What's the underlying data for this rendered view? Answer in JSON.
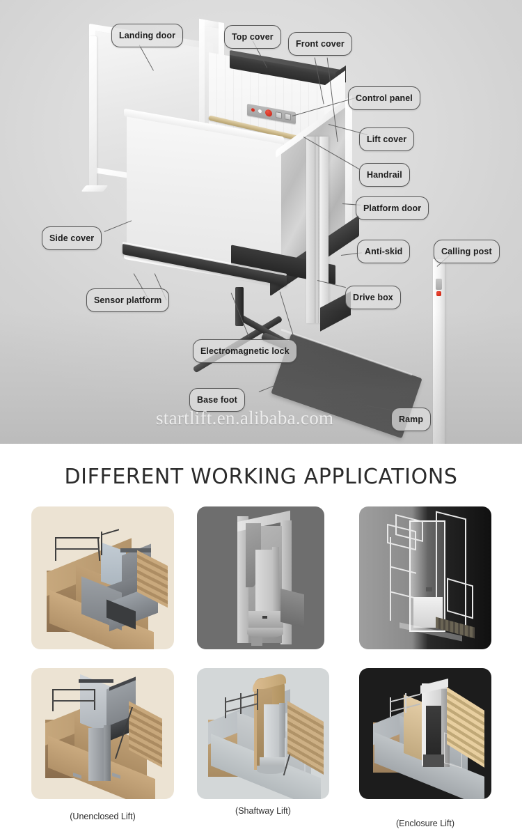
{
  "photo": {
    "watermark": "startlift.en.alibaba.com",
    "callouts": [
      {
        "id": "landing-door",
        "label": "Landing door"
      },
      {
        "id": "top-cover",
        "label": "Top cover"
      },
      {
        "id": "front-cover",
        "label": "Front cover"
      },
      {
        "id": "control-panel",
        "label": "Control panel"
      },
      {
        "id": "lift-cover",
        "label": "Lift cover"
      },
      {
        "id": "handrail",
        "label": "Handrail"
      },
      {
        "id": "platform-door",
        "label": "Platform door"
      },
      {
        "id": "anti-skid",
        "label": "Anti-skid"
      },
      {
        "id": "calling-post",
        "label": "Calling post"
      },
      {
        "id": "side-cover",
        "label": "Side cover"
      },
      {
        "id": "sensor-platform",
        "label": "Sensor platform"
      },
      {
        "id": "drive-box",
        "label": "Drive box"
      },
      {
        "id": "electromagnetic-lock",
        "label": "Electromagnetic lock"
      },
      {
        "id": "base-foot",
        "label": "Base foot"
      },
      {
        "id": "ramp",
        "label": "Ramp"
      }
    ]
  },
  "applications": {
    "title": "DIFFERENT WORKING APPLICATIONS",
    "tiles": [
      {
        "id": "unenclosed-lift-a",
        "background": "#ece3d3",
        "variant": "unenclosed"
      },
      {
        "id": "shaftway-lift-a",
        "background": "#6e6e6e",
        "variant": "shaftway-dark"
      },
      {
        "id": "enclosure-lift-a",
        "background": "#8d8d8d",
        "variant": "enclosure-grad"
      },
      {
        "id": "unenclosed-lift-b",
        "background": "#ece3d3",
        "variant": "unenclosed2"
      },
      {
        "id": "shaftway-lift-b",
        "background": "#d3d7d8",
        "variant": "shaftway-light"
      },
      {
        "id": "enclosure-lift-b",
        "background": "#1c1c1c",
        "variant": "enclosure-dark"
      }
    ],
    "captions": [
      {
        "id": "caption-unenclosed",
        "label": "(Unenclosed Lift)"
      },
      {
        "id": "caption-shaftway",
        "label": "(Shaftway Lift)"
      },
      {
        "id": "caption-enclosure",
        "label": "(Enclosure Lift)"
      }
    ]
  },
  "colors": {
    "photo_background": "#dcdcdc",
    "callout_border": "#555555",
    "dark_part": "#343434",
    "white_part": "#f4f4f4",
    "indicator_red": "#d92b1c",
    "page_background": "#ffffff",
    "title_color": "#2b2b2b"
  }
}
